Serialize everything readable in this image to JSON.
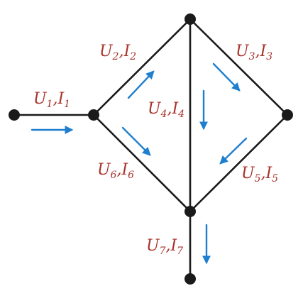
{
  "branches": [
    {
      "id": "1",
      "u": "U",
      "u_sub": "1",
      "i": "I",
      "i_sub": "1"
    },
    {
      "id": "2",
      "u": "U",
      "u_sub": "2",
      "i": "I",
      "i_sub": "2"
    },
    {
      "id": "3",
      "u": "U",
      "u_sub": "3",
      "i": "I",
      "i_sub": "3"
    },
    {
      "id": "4",
      "u": "U",
      "u_sub": "4",
      "i": "I",
      "i_sub": "4"
    },
    {
      "id": "5",
      "u": "U",
      "u_sub": "5",
      "i": "I",
      "i_sub": "5"
    },
    {
      "id": "6",
      "u": "U",
      "u_sub": "6",
      "i": "I",
      "i_sub": "6"
    },
    {
      "id": "7",
      "u": "U",
      "u_sub": "7",
      "i": "I",
      "i_sub": "7"
    }
  ],
  "separator": ",",
  "colors": {
    "wire": "#1a1a1a",
    "arrow": "#1f7fcf",
    "label": "#a8322a"
  }
}
